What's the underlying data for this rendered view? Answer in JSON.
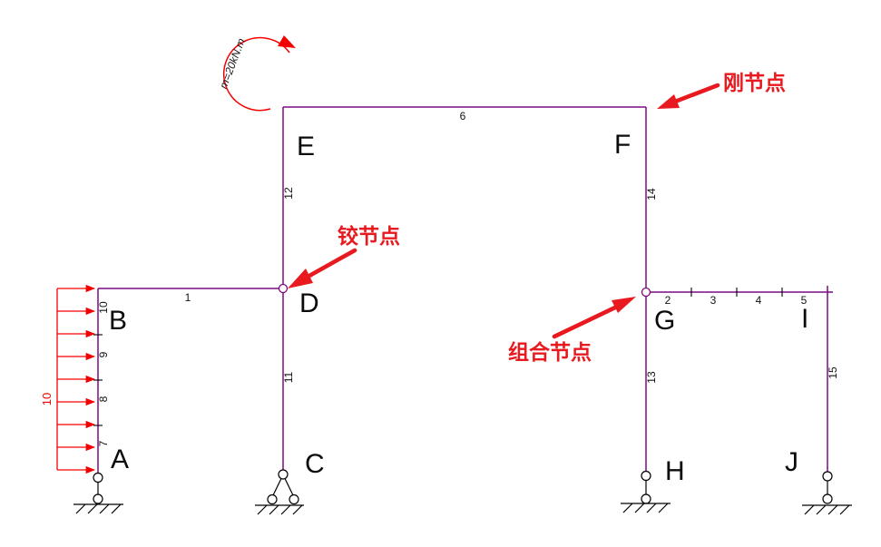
{
  "colors": {
    "member": "#7c0a80",
    "load": "#f40000",
    "annotation": "#e8191f",
    "support": "#000000"
  },
  "joints": {
    "rigid_label": "刚节点",
    "hinge_label": "铰节点",
    "composite_label": "组合节点"
  },
  "loads": {
    "moment_label": "m=20kN.m",
    "distributed_load_label": "10"
  },
  "node_labels": {
    "A": "A",
    "B": "B",
    "C": "C",
    "D": "D",
    "E": "E",
    "F": "F",
    "G": "G",
    "H": "H",
    "I": "I",
    "J": "J"
  },
  "member_labels": {
    "m1": "1",
    "m2": "2",
    "m3": "3",
    "m4": "4",
    "m5": "5",
    "m6": "6",
    "m7": "7",
    "m8": "8",
    "m9": "9",
    "m10": "10",
    "m11": "11",
    "m12": "12",
    "m13": "13",
    "m14": "14",
    "m15": "15"
  }
}
